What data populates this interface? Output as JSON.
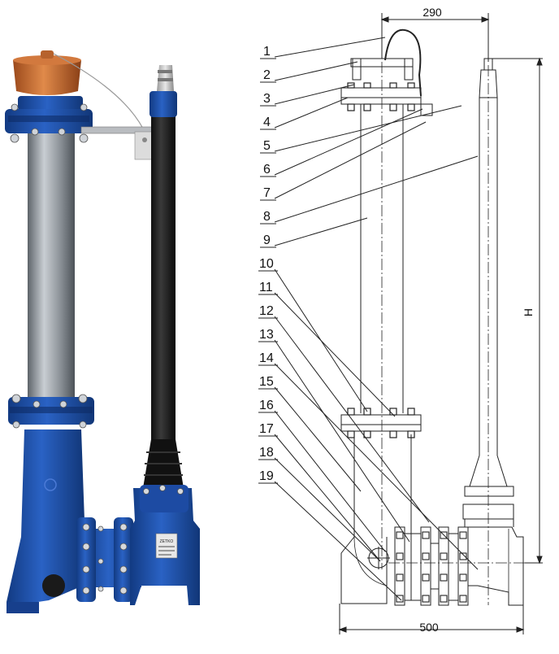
{
  "drawing": {
    "callouts": [
      "1",
      "2",
      "3",
      "4",
      "5",
      "6",
      "7",
      "8",
      "9",
      "10",
      "11",
      "12",
      "13",
      "14",
      "15",
      "16",
      "17",
      "18",
      "19"
    ],
    "dims": {
      "width_top": "290",
      "width_bottom": "500",
      "height": "H"
    }
  },
  "photo": {
    "valve_badge": "ZETKO"
  },
  "colors": {
    "cap": "#c96a2e",
    "flange_blue": "#1f4fa6",
    "tube_grey": "#9aa0a6",
    "pipe_black": "#1c1c1c",
    "line": "#222222"
  }
}
